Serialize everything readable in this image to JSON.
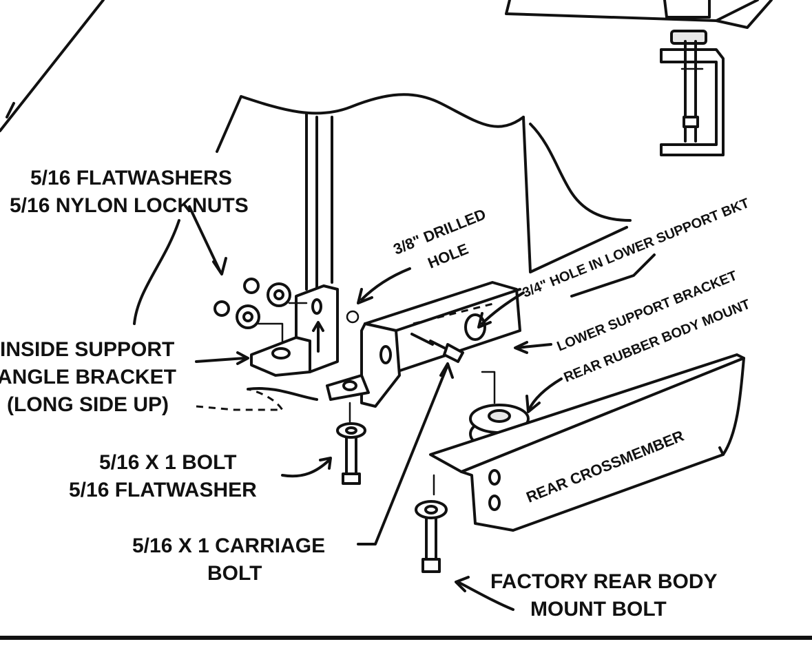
{
  "labels": {
    "flatwashers": "5/16 FLATWASHERS",
    "locknuts": "5/16 NYLON LOCKNUTS",
    "drilled_hole_1": "3/8\" DRILLED",
    "drilled_hole_2": "HOLE",
    "hole_lower_support": "3/4\" HOLE IN LOWER SUPPORT BKT",
    "lower_support_bracket": "LOWER SUPPORT BRACKET",
    "rear_rubber_body_mount": "REAR RUBBER BODY MOUNT",
    "inside_support_1": "INSIDE SUPPORT",
    "inside_support_2": "ANGLE BRACKET",
    "inside_support_3": "(LONG SIDE UP)",
    "bolt_1": "5/16 X 1 BOLT",
    "bolt_2": "5/16 FLATWASHER",
    "rear_crossmember": "REAR CROSSMEMBER",
    "carriage_bolt_1": "5/16 X 1 CARRIAGE",
    "carriage_bolt_2": "BOLT",
    "factory_bolt_1": "FACTORY REAR BODY",
    "factory_bolt_2": "MOUNT BOLT"
  }
}
